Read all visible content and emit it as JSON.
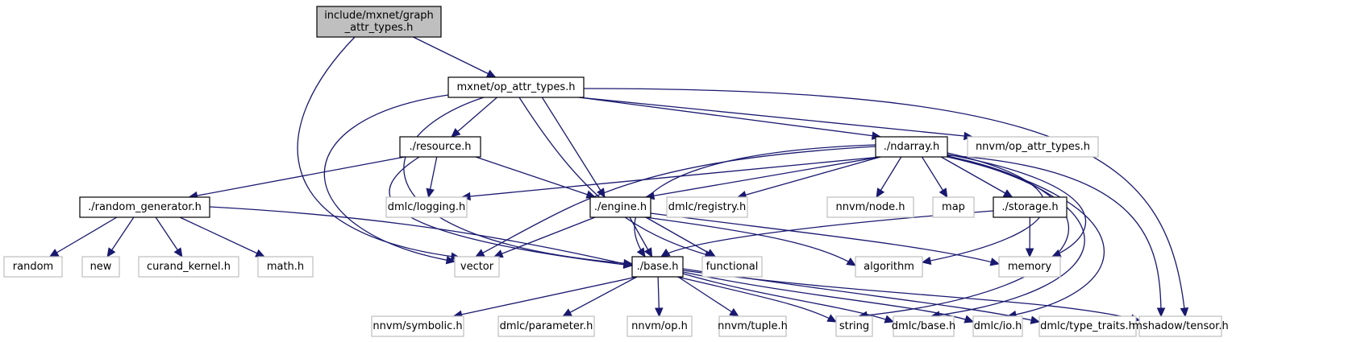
{
  "title": "Include dependency graph for include/mxnet/graph_attr_types.h",
  "colors": {
    "edge": "#191970",
    "main_node_fill": "#bfbfbf",
    "local_node_border": "#000000",
    "external_node_border": "#bfbfbf"
  },
  "nodes": [
    {
      "id": "graph_attr_types",
      "label_lines": [
        "include/mxnet/graph",
        "_attr_types.h"
      ],
      "kind": "main"
    },
    {
      "id": "op_attr_types",
      "label_lines": [
        "mxnet/op_attr_types.h"
      ],
      "kind": "local"
    },
    {
      "id": "resource",
      "label_lines": [
        "./resource.h"
      ],
      "kind": "local"
    },
    {
      "id": "ndarray",
      "label_lines": [
        "./ndarray.h"
      ],
      "kind": "local"
    },
    {
      "id": "nnvm_op_attr_types",
      "label_lines": [
        "nnvm/op_attr_types.h"
      ],
      "kind": "external"
    },
    {
      "id": "random_generator",
      "label_lines": [
        "./random_generator.h"
      ],
      "kind": "local"
    },
    {
      "id": "dmlc_logging",
      "label_lines": [
        "dmlc/logging.h"
      ],
      "kind": "external"
    },
    {
      "id": "engine",
      "label_lines": [
        "./engine.h"
      ],
      "kind": "local"
    },
    {
      "id": "dmlc_registry",
      "label_lines": [
        "dmlc/registry.h"
      ],
      "kind": "external"
    },
    {
      "id": "nnvm_node",
      "label_lines": [
        "nnvm/node.h"
      ],
      "kind": "external"
    },
    {
      "id": "map",
      "label_lines": [
        "map"
      ],
      "kind": "external"
    },
    {
      "id": "storage",
      "label_lines": [
        "./storage.h"
      ],
      "kind": "local"
    },
    {
      "id": "random",
      "label_lines": [
        "random"
      ],
      "kind": "external"
    },
    {
      "id": "new",
      "label_lines": [
        "new"
      ],
      "kind": "external"
    },
    {
      "id": "curand_kernel",
      "label_lines": [
        "curand_kernel.h"
      ],
      "kind": "external"
    },
    {
      "id": "math",
      "label_lines": [
        "math.h"
      ],
      "kind": "external"
    },
    {
      "id": "vector",
      "label_lines": [
        "vector"
      ],
      "kind": "external"
    },
    {
      "id": "base",
      "label_lines": [
        "./base.h"
      ],
      "kind": "local"
    },
    {
      "id": "functional",
      "label_lines": [
        "functional"
      ],
      "kind": "external"
    },
    {
      "id": "algorithm",
      "label_lines": [
        "algorithm"
      ],
      "kind": "external"
    },
    {
      "id": "memory",
      "label_lines": [
        "memory"
      ],
      "kind": "external"
    },
    {
      "id": "nnvm_symbolic",
      "label_lines": [
        "nnvm/symbolic.h"
      ],
      "kind": "external"
    },
    {
      "id": "dmlc_parameter",
      "label_lines": [
        "dmlc/parameter.h"
      ],
      "kind": "external"
    },
    {
      "id": "nnvm_op",
      "label_lines": [
        "nnvm/op.h"
      ],
      "kind": "external"
    },
    {
      "id": "nnvm_tuple",
      "label_lines": [
        "nnvm/tuple.h"
      ],
      "kind": "external"
    },
    {
      "id": "string",
      "label_lines": [
        "string"
      ],
      "kind": "external"
    },
    {
      "id": "dmlc_base",
      "label_lines": [
        "dmlc/base.h"
      ],
      "kind": "external"
    },
    {
      "id": "dmlc_io",
      "label_lines": [
        "dmlc/io.h"
      ],
      "kind": "external"
    },
    {
      "id": "dmlc_type_traits",
      "label_lines": [
        "dmlc/type_traits.h"
      ],
      "kind": "external"
    },
    {
      "id": "mshadow_tensor",
      "label_lines": [
        "mshadow/tensor.h"
      ],
      "kind": "external"
    }
  ],
  "edges": [
    [
      "graph_attr_types",
      "op_attr_types"
    ],
    [
      "graph_attr_types",
      "vector"
    ],
    [
      "op_attr_types",
      "resource"
    ],
    [
      "op_attr_types",
      "ndarray"
    ],
    [
      "op_attr_types",
      "nnvm_op_attr_types"
    ],
    [
      "op_attr_types",
      "mshadow_tensor"
    ],
    [
      "op_attr_types",
      "engine"
    ],
    [
      "op_attr_types",
      "base"
    ],
    [
      "op_attr_types",
      "vector"
    ],
    [
      "op_attr_types",
      "functional"
    ],
    [
      "resource",
      "random_generator"
    ],
    [
      "resource",
      "dmlc_logging"
    ],
    [
      "resource",
      "engine"
    ],
    [
      "resource",
      "base"
    ],
    [
      "random_generator",
      "random"
    ],
    [
      "random_generator",
      "new"
    ],
    [
      "random_generator",
      "curand_kernel"
    ],
    [
      "random_generator",
      "math"
    ],
    [
      "random_generator",
      "base"
    ],
    [
      "ndarray",
      "dmlc_logging"
    ],
    [
      "ndarray",
      "engine"
    ],
    [
      "ndarray",
      "dmlc_registry"
    ],
    [
      "ndarray",
      "nnvm_node"
    ],
    [
      "ndarray",
      "map"
    ],
    [
      "ndarray",
      "storage"
    ],
    [
      "ndarray",
      "base"
    ],
    [
      "ndarray",
      "vector"
    ],
    [
      "ndarray",
      "algorithm"
    ],
    [
      "ndarray",
      "memory"
    ],
    [
      "ndarray",
      "string"
    ],
    [
      "ndarray",
      "dmlc_base"
    ],
    [
      "ndarray",
      "dmlc_io"
    ],
    [
      "ndarray",
      "dmlc_type_traits"
    ],
    [
      "engine",
      "base"
    ],
    [
      "engine",
      "vector"
    ],
    [
      "engine",
      "functional"
    ],
    [
      "engine",
      "algorithm"
    ],
    [
      "engine",
      "memory"
    ],
    [
      "storage",
      "base"
    ],
    [
      "storage",
      "memory"
    ],
    [
      "base",
      "nnvm_symbolic"
    ],
    [
      "base",
      "dmlc_parameter"
    ],
    [
      "base",
      "nnvm_op"
    ],
    [
      "base",
      "nnvm_tuple"
    ],
    [
      "base",
      "string"
    ],
    [
      "base",
      "dmlc_base"
    ],
    [
      "base",
      "dmlc_io"
    ],
    [
      "base",
      "dmlc_type_traits"
    ],
    [
      "base",
      "mshadow_tensor"
    ]
  ]
}
